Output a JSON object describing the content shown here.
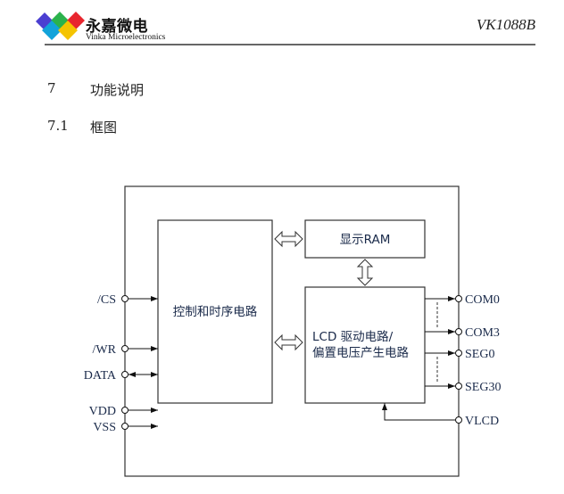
{
  "header": {
    "brand_cn": "永嘉微电",
    "brand_en": "Vinka Microelectronics",
    "logo_colors": [
      "#4b3fd1",
      "#2bb24c",
      "#e8262e",
      "#12a3da",
      "#f5c400"
    ],
    "doc_id": "VK1088B"
  },
  "sections": [
    {
      "number": "7",
      "title": "功能说明"
    },
    {
      "number": "7.1",
      "title": "框图"
    }
  ],
  "diagram": {
    "blocks": {
      "control": "控制和时序电路",
      "ram": "显示RAM",
      "lcd_line1": "LCD 驱动电路/",
      "lcd_line2": "偏置电压产生电路"
    },
    "left_pins": [
      "/CS",
      "/WR",
      "DATA",
      "VDD",
      "VSS"
    ],
    "right_pins": [
      "COM0",
      "COM3",
      "SEG0",
      "SEG30",
      "VLCD"
    ]
  }
}
